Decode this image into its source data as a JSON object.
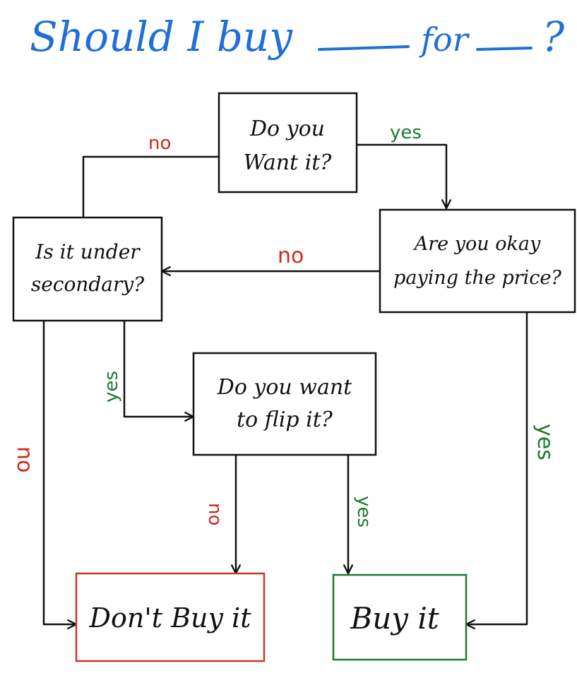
{
  "title": {
    "prefix": "Should I buy",
    "middle": "for",
    "suffix": "?"
  },
  "nodes": {
    "want": {
      "lines": [
        "Do you",
        "Want it?"
      ]
    },
    "price": {
      "lines": [
        "Are you okay",
        "paying the price?"
      ]
    },
    "secondary": {
      "lines": [
        "Is it under",
        "secondary?"
      ]
    },
    "flip": {
      "lines": [
        "Do you want",
        "to flip it?"
      ]
    },
    "dont_buy": {
      "lines": [
        "Don't Buy it"
      ]
    },
    "buy": {
      "lines": [
        "Buy it"
      ]
    }
  },
  "edges": {
    "want_no": "no",
    "want_yes": "yes",
    "price_no": "no",
    "price_yes": "yes",
    "secondary_yes": "yes",
    "secondary_no": "no",
    "flip_no": "no",
    "flip_yes": "yes"
  },
  "colors": {
    "title": "#1f6fd6",
    "no": "#cc2b1d",
    "yes": "#1d7a2e",
    "dont_buy_border": "#c43a2a",
    "buy_border": "#1f7a32",
    "ink": "#111111"
  }
}
